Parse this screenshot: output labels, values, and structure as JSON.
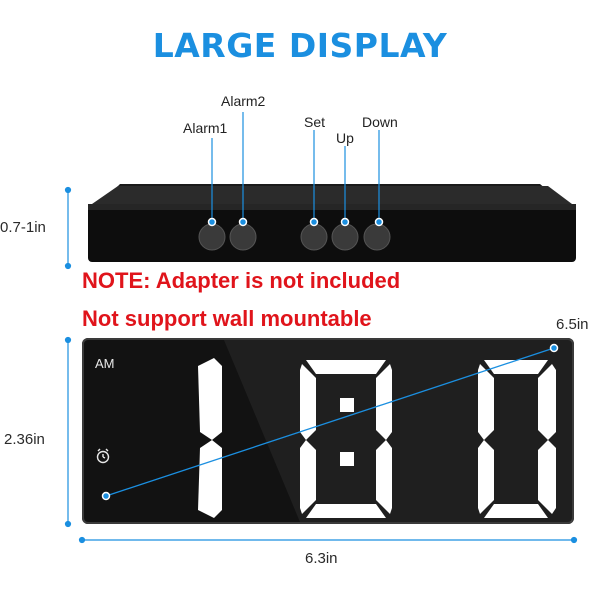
{
  "header": {
    "title": "LARGE DISPLAY"
  },
  "buttons": [
    {
      "label": "Alarm1"
    },
    {
      "label": "Alarm2"
    },
    {
      "label": "Set"
    },
    {
      "label": "Up"
    },
    {
      "label": "Down"
    }
  ],
  "notes": {
    "adapter": "NOTE: Adapter is not included",
    "wall": "Not support wall mountable"
  },
  "dimensions": {
    "top_height": "0.7-1in",
    "display_height": "2.36in",
    "diagonal": "6.5in",
    "width": "6.3in"
  },
  "display": {
    "period": "AM",
    "time": "1:00",
    "alarm_icon": "alarm-clock-icon"
  },
  "colors": {
    "accent": "#1b8fe0",
    "note": "#e0141b",
    "segment": "#ffffff",
    "body": "#121212"
  }
}
